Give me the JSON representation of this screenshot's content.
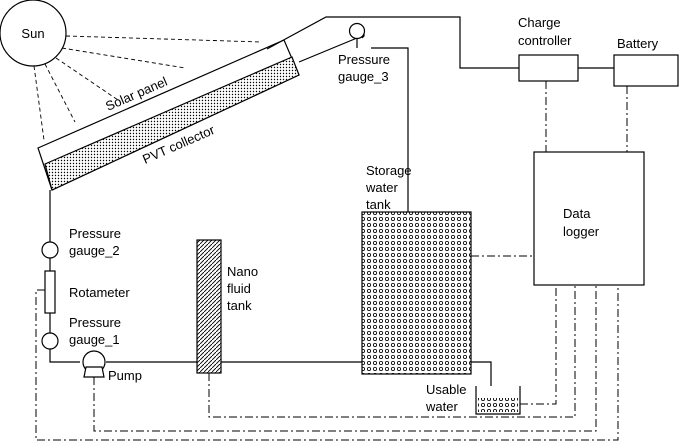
{
  "labels": {
    "sun": "Sun",
    "solar_panel": "Solar panel",
    "pvt_collector": "PVT collector",
    "pressure_gauge_3": [
      "Pressure",
      "gauge_3"
    ],
    "charge_controller": [
      "Charge",
      "controller"
    ],
    "battery": "Battery",
    "storage_tank": [
      "Storage",
      "water",
      "tank"
    ],
    "data_logger": [
      "Data",
      "logger"
    ],
    "pressure_gauge_2": [
      "Pressure",
      "gauge_2"
    ],
    "rotameter": "Rotameter",
    "pressure_gauge_1": [
      "Pressure",
      "gauge_1"
    ],
    "pump": "Pump",
    "nano_fluid_tank": [
      "Nano",
      "fluid",
      "tank"
    ],
    "usable_water": [
      "Usable",
      "water"
    ]
  }
}
